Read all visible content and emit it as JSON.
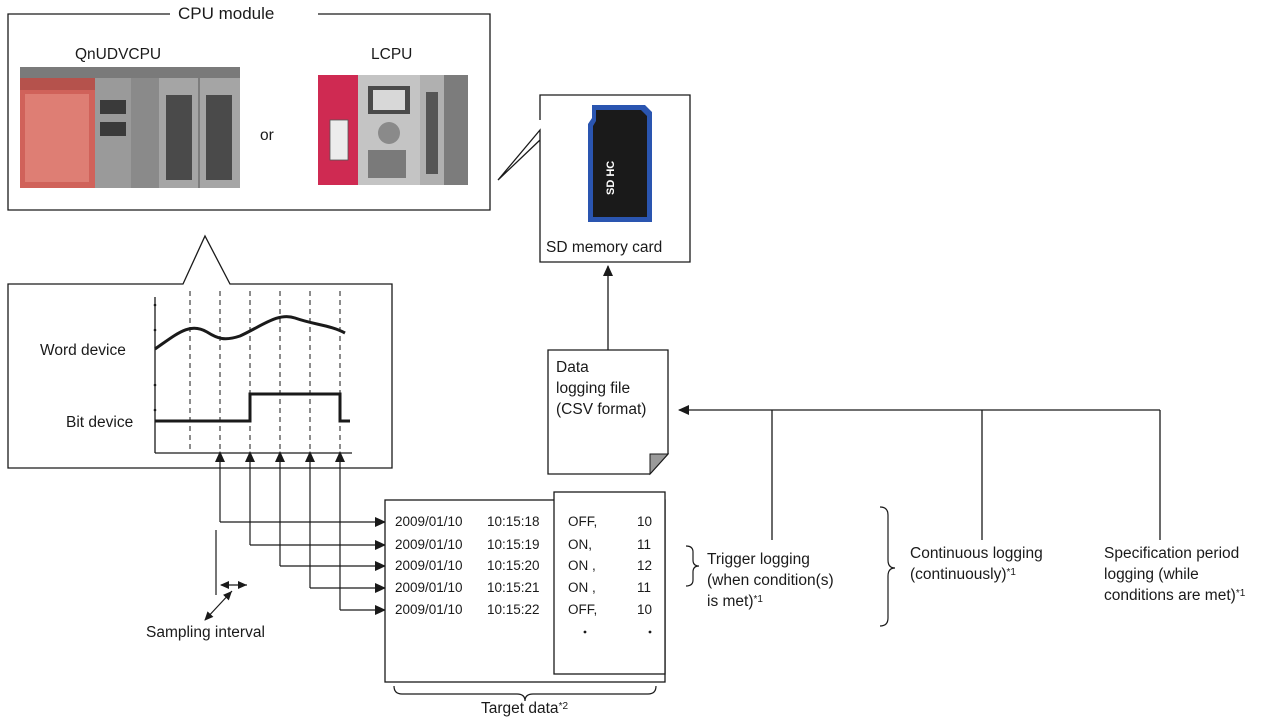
{
  "cpu": {
    "title": "CPU module",
    "left_model": "QnUDVCPU",
    "right_model": "LCPU",
    "or_text": "or"
  },
  "sd_card": {
    "label": "SD memory card",
    "logo_text": "SD HC"
  },
  "data_file": {
    "line1": "Data",
    "line2": "logging file",
    "line3": "(CSV format)"
  },
  "timing": {
    "word_label": "Word device",
    "bit_label": "Bit device",
    "sampling_label": "Sampling interval"
  },
  "records": [
    {
      "date": "2009/01/10",
      "time": "10:15:18",
      "status": "OFF,",
      "value": "10"
    },
    {
      "date": "2009/01/10",
      "time": "10:15:19",
      "status": "ON,",
      "value": "11"
    },
    {
      "date": "2009/01/10",
      "time": "10:15:20",
      "status": "ON ,",
      "value": "12"
    },
    {
      "date": "2009/01/10",
      "time": "10:15:21",
      "status": "ON ,",
      "value": "11"
    },
    {
      "date": "2009/01/10",
      "time": "10:15:22",
      "status": "OFF,",
      "value": "10"
    }
  ],
  "target": {
    "label": "Target data",
    "note": "*2"
  },
  "modes": {
    "trigger": {
      "line1": "Trigger logging",
      "line2": "(when condition(s)",
      "line3": "is met)",
      "note": "*1"
    },
    "continuous": {
      "line1": "Continuous logging",
      "line2": "(continuously)",
      "note": "*1"
    },
    "specification": {
      "line1": "Specification period",
      "line2": "logging (while",
      "line3": "conditions are met)",
      "note": "*1"
    }
  },
  "colors": {
    "line": "#1a1a1a",
    "qn_body_red": "#d0625a",
    "lcpu_red": "#cf2a52",
    "module_gray": "#8a8a8a",
    "card_blue": "#2a55b0"
  }
}
